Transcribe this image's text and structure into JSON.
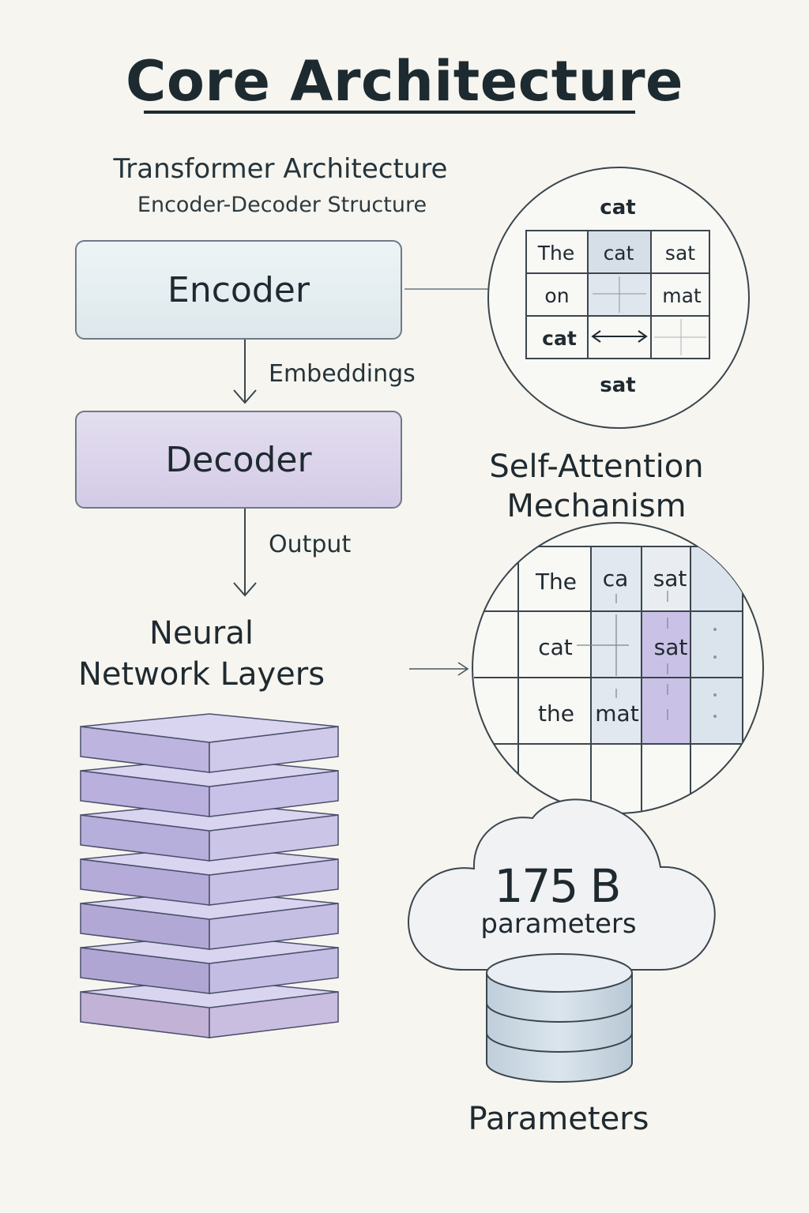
{
  "title": "Core Architecture",
  "transformer": {
    "title": "Transformer Architecture",
    "subtitle": "Encoder-Decoder Structure",
    "encoder_label": "Encoder",
    "decoder_label": "Decoder",
    "flow_labels": {
      "encoder_to_decoder": "Embeddings",
      "decoder_to_layers": "Output"
    }
  },
  "neural_layers": {
    "title_line1": "Neural",
    "title_line2": "Network Layers",
    "layer_count": 7
  },
  "attention_zoom_top": {
    "top_word": "cat",
    "bottom_word": "sat",
    "grid": [
      [
        "The",
        "cat",
        "sat"
      ],
      [
        "on",
        "",
        "mat"
      ],
      [
        "cat",
        "",
        ""
      ]
    ]
  },
  "self_attention": {
    "title_line1": "Self-Attention",
    "title_line2": "Mechanism",
    "grid": [
      [
        "The",
        "ca",
        "sat",
        ""
      ],
      [
        "cat",
        "",
        "sat",
        ""
      ],
      [
        "the",
        "mat",
        "",
        ""
      ]
    ]
  },
  "parameters": {
    "count": "175 B",
    "count_label": "parameters",
    "caption": "Parameters"
  },
  "colors": {
    "ink": "#1f2a30",
    "lavender": "#c9c0e6",
    "encoder_fill": "#e6eef1",
    "decoder_fill": "#dbd3ea",
    "cylinder": "#c9d6e0"
  }
}
